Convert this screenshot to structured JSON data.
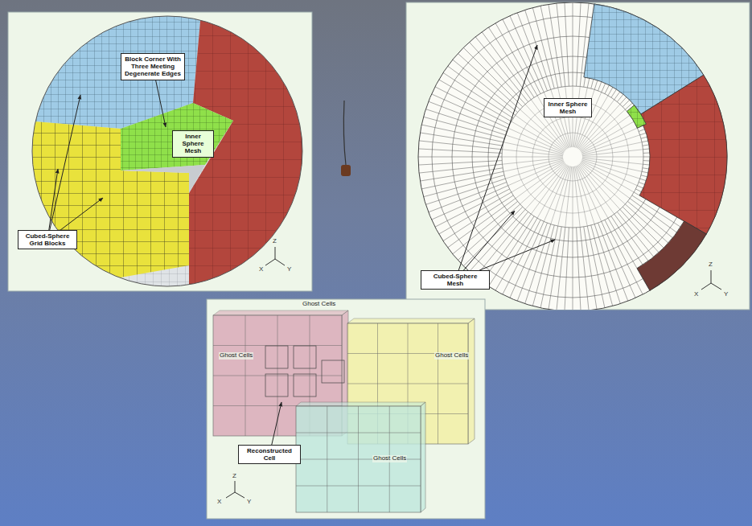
{
  "diagram": {
    "nodes": [
      {
        "text": [
          "Block Corner With Three Meeting Degenerate Edges"
        ]
      },
      {
        "text": [
          "Inner Sphere Mesh"
        ]
      },
      {
        "text": [
          "Cubed-Sphere Grid Blocks"
        ]
      },
      {
        "text": [
          "Inner Sphere Mesh"
        ]
      },
      {
        "text": [
          "Cubed-Sphere Mesh"
        ]
      },
      {
        "text": [
          "Reconstructed Cell"
        ]
      }
    ],
    "labels": [
      "Z",
      "X",
      "Y",
      "Z",
      "X",
      "Y",
      "Ghost Cells",
      "Ghost Cells",
      "Ghost Cells",
      "Ghost Cells",
      "Z",
      "X",
      "Y"
    ]
  }
}
